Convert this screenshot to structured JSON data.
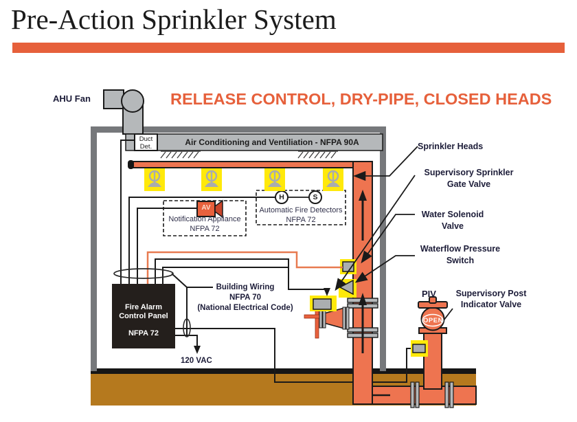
{
  "header": {
    "title": "Pre-Action Sprinkler System",
    "banner": "RELEASE CONTROL, DRY-PIPE, CLOSED HEADS"
  },
  "colors": {
    "accent": "#E6603B",
    "pipe_orange": "#EE7450",
    "highlight_yellow": "#FFE90A",
    "ground_brown": "#B5791E",
    "duct_gray": "#B5B8BA",
    "wall_gray": "#76787B"
  },
  "diagram": {
    "ahu_fan": "AHU Fan",
    "duct_det": {
      "line1": "Duct",
      "line2": "Det."
    },
    "ac_bar": "Air Conditioning and Ventiliation - NFPA 90A",
    "notification": {
      "line1": "Notification Appliance",
      "line2": "NFPA 72",
      "device": "AV"
    },
    "detectors": {
      "line1": "Automatic Fire Detectors",
      "line2": "NFPA 72",
      "heat": "H",
      "smoke": "S"
    },
    "panel": {
      "line1": "Fire Alarm",
      "line2": "Control Panel",
      "line3": "NFPA 72"
    },
    "wiring": {
      "line1": "Building Wiring",
      "line2": "NFPA 70",
      "line3": "(National Electrical Code)"
    },
    "power": "120 VAC"
  },
  "labels": {
    "sprinkler_heads": "Sprinkler Heads",
    "gate_valve": {
      "line1": "Supervisory Sprinkler",
      "line2": "Gate Valve"
    },
    "solenoid": {
      "line1": "Water Solenoid",
      "line2": "Valve"
    },
    "waterflow": {
      "line1": "Waterflow Pressure",
      "line2": "Switch"
    },
    "piv": "PIV",
    "piv_valve": {
      "line1": "Supervisory Post",
      "line2": "Indicator Valve"
    },
    "piv_status": "OPEN"
  }
}
